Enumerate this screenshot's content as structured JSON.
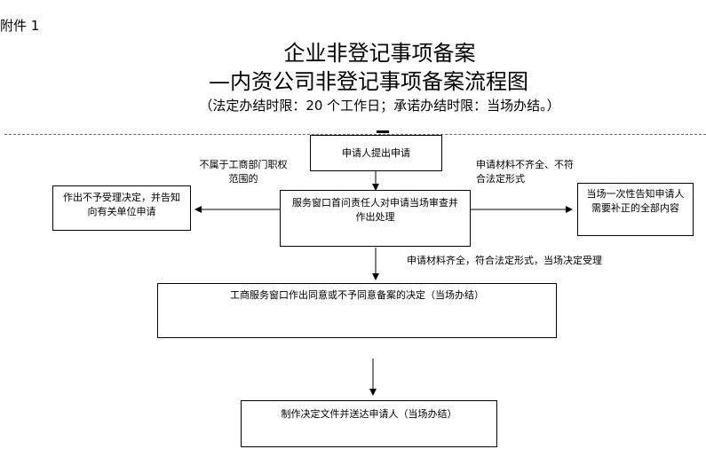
{
  "header": {
    "attachment": "附件 1",
    "title_line1": "企业非登记事项备案",
    "title_line2": "—内资公司非登记事项备案流程图",
    "subtitle": "（法定办结时限：20 个工作日；承诺办结时限：当场办结。）"
  },
  "flow": {
    "apply": "申请人提出申请",
    "review": "服务窗口首问责任人对申请当场审查并作出处理",
    "reject": "作出不予受理决定，并告知向有关单位申请",
    "supplement": "当场一次性告知申请人需要补正的全部内容",
    "decision": "工商服务窗口作出同意或不予同意备案的决定（当场办结）",
    "deliver": "制作决定文件并送达申请人（当场办结）"
  },
  "labels": {
    "not_in_scope": "不属于工商部门职权范围的",
    "incomplete": "申请材料不齐全、不符合法定形式",
    "complete": "申请材料齐全，符合法定形式，当场决定受理"
  }
}
